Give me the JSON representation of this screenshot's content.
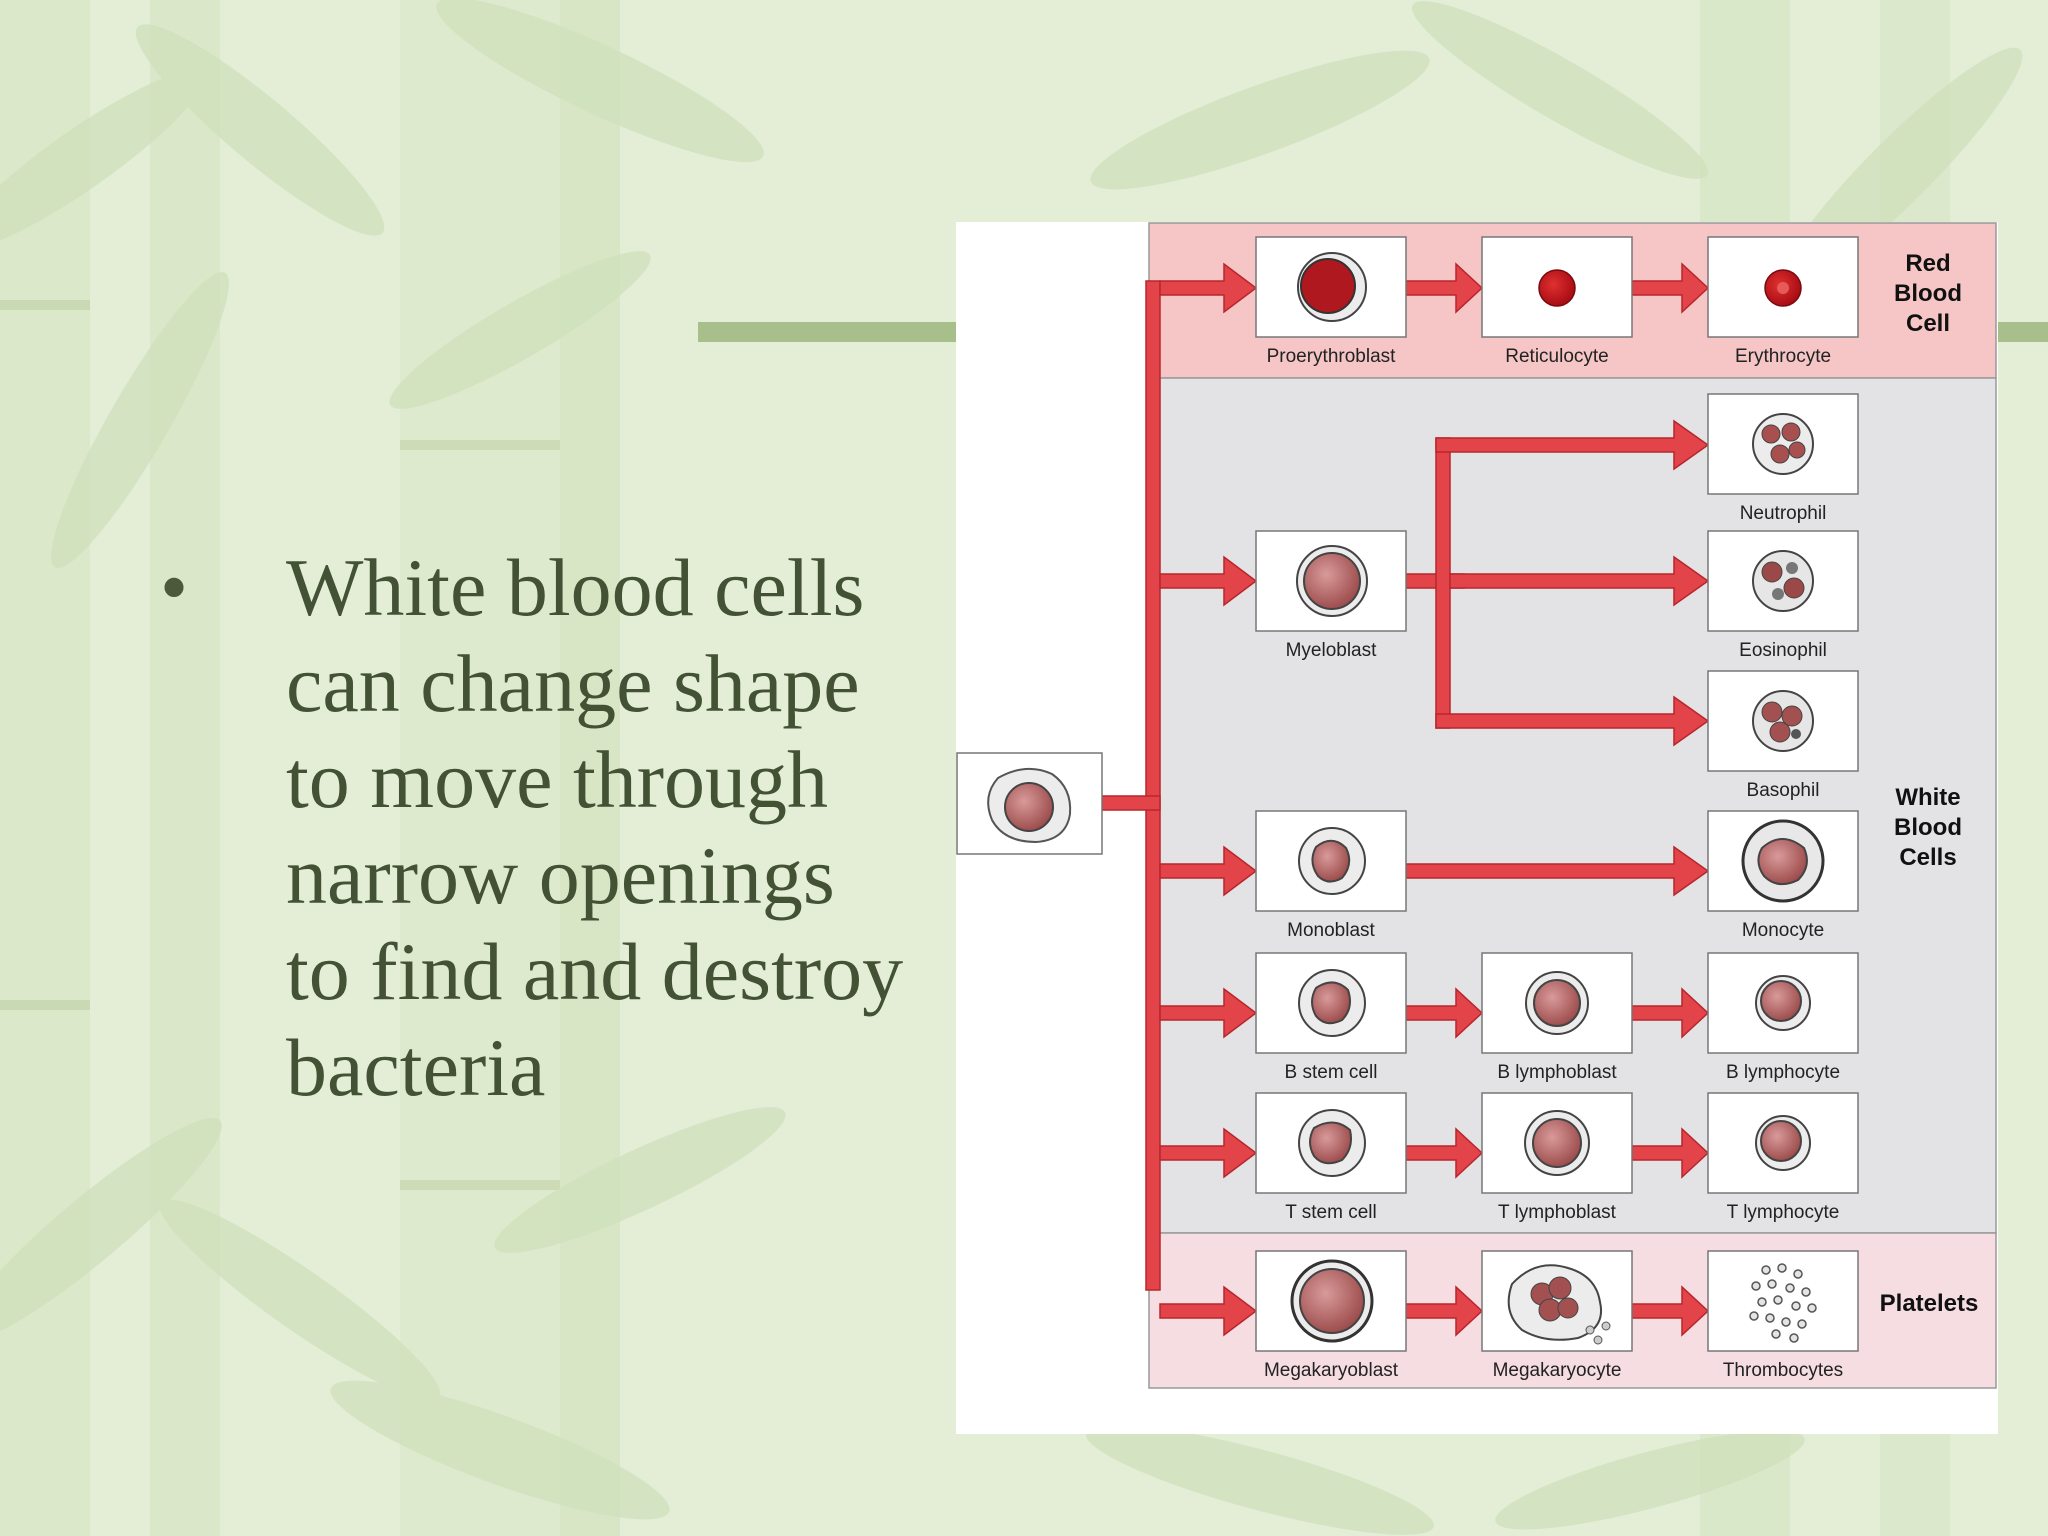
{
  "slide": {
    "bullet_text": "White blood cells\ncan change shape\nto move through\nnarrow openings\nto find and destroy\nbacteria"
  },
  "colors": {
    "background": "#e4eed6",
    "text": "#435234",
    "arrow": "#e2444a",
    "red_band": "#f6c6c6",
    "white_band": "#e3e3e6",
    "platelet_band": "#f6dde2"
  },
  "diagram": {
    "groups": {
      "red_line1": "Red",
      "red_line2": "Blood",
      "red_line3": "Cell",
      "white_line1": "White",
      "white_line2": "Blood",
      "white_line3": "Cells",
      "platelets": "Platelets"
    },
    "cells": {
      "proerythroblast": "Proerythroblast",
      "reticulocyte": "Reticulocyte",
      "erythrocyte": "Erythrocyte",
      "neutrophil": "Neutrophil",
      "myeloblast": "Myeloblast",
      "eosinophil": "Eosinophil",
      "basophil": "Basophil",
      "monoblast": "Monoblast",
      "monocyte": "Monocyte",
      "b_stem_cell": "B stem cell",
      "b_lymphoblast": "B lymphoblast",
      "b_lymphocyte": "B lymphocyte",
      "t_stem_cell": "T stem cell",
      "t_lymphoblast": "T lymphoblast",
      "t_lymphocyte": "T lymphocyte",
      "megakaryoblast": "Megakaryoblast",
      "megakaryocyte": "Megakaryocyte",
      "thrombocytes": "Thrombocytes"
    }
  }
}
